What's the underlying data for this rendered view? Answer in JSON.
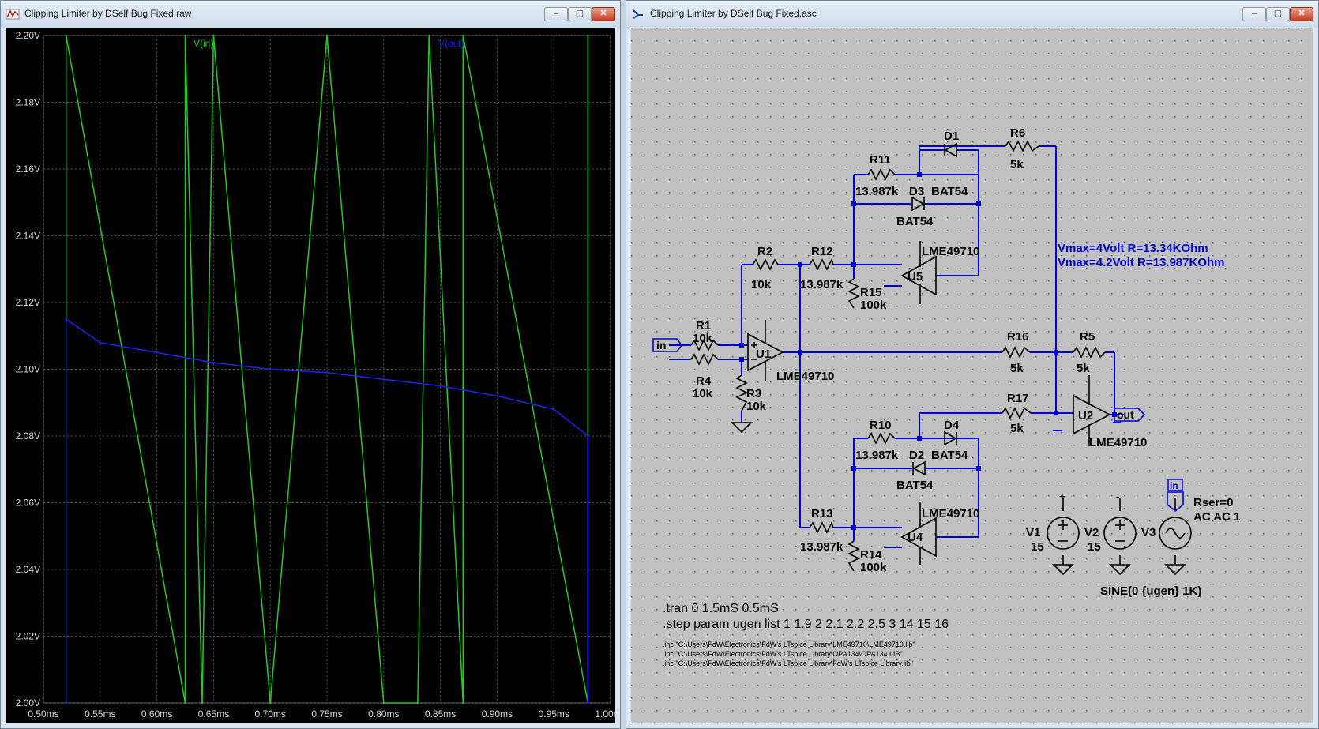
{
  "left_window": {
    "title": "Clipping Limiter by DSelf Bug Fixed.raw",
    "controls": [
      "–",
      "▢",
      "✕"
    ]
  },
  "right_window": {
    "title": "Clipping Limiter by DSelf Bug Fixed.asc",
    "controls": [
      "–",
      "▢",
      "✕"
    ]
  },
  "colors": {
    "vin": "#22cc22",
    "vout": "#2222ee",
    "wire": "#0000cc",
    "component": "#000000",
    "sch_bg": "#c0c0c0"
  },
  "chart_data": {
    "type": "line",
    "x_ticks": [
      "0.50ms",
      "0.55ms",
      "0.60ms",
      "0.65ms",
      "0.70ms",
      "0.75ms",
      "0.80ms",
      "0.85ms",
      "0.90ms",
      "0.95ms",
      "1.00ms"
    ],
    "y_ticks": [
      "2.20V",
      "2.18V",
      "2.16V",
      "2.14V",
      "2.12V",
      "2.10V",
      "2.08V",
      "2.06V",
      "2.04V",
      "2.02V",
      "2.00V"
    ],
    "xlim": [
      0.5,
      1.0
    ],
    "ylim": [
      2.0,
      2.2
    ],
    "grid": true,
    "series": [
      {
        "name": "V(in)",
        "color": "#22cc22",
        "points": [
          [
            0.52,
            2.0
          ],
          [
            0.52,
            2.2
          ],
          [
            0.625,
            2.0
          ],
          [
            0.625,
            2.2
          ],
          [
            0.64,
            2.0
          ],
          [
            0.65,
            2.2
          ],
          [
            0.7,
            2.0
          ],
          [
            0.75,
            2.2
          ],
          [
            0.8,
            2.0
          ],
          [
            0.83,
            2.0
          ],
          [
            0.84,
            2.2
          ],
          [
            0.87,
            2.0
          ],
          [
            0.87,
            2.2
          ],
          [
            0.98,
            2.0
          ],
          [
            0.98,
            2.2
          ]
        ]
      },
      {
        "name": "V(out)",
        "color": "#2222ee",
        "points": [
          [
            0.52,
            2.0
          ],
          [
            0.52,
            2.115
          ],
          [
            0.55,
            2.108
          ],
          [
            0.6,
            2.105
          ],
          [
            0.65,
            2.102
          ],
          [
            0.7,
            2.1
          ],
          [
            0.75,
            2.099
          ],
          [
            0.8,
            2.097
          ],
          [
            0.85,
            2.095
          ],
          [
            0.9,
            2.092
          ],
          [
            0.95,
            2.088
          ],
          [
            0.98,
            2.08
          ],
          [
            0.98,
            2.0
          ]
        ]
      }
    ]
  },
  "schematic": {
    "components": [
      {
        "ref": "R1",
        "value": "10k"
      },
      {
        "ref": "R2",
        "value": "10k"
      },
      {
        "ref": "R3",
        "value": "10k"
      },
      {
        "ref": "R4",
        "value": "10k"
      },
      {
        "ref": "R5",
        "value": "5k"
      },
      {
        "ref": "R6",
        "value": "5k"
      },
      {
        "ref": "R10",
        "value": "13.987k"
      },
      {
        "ref": "R11",
        "value": "13.987k"
      },
      {
        "ref": "R12",
        "value": "13.987k"
      },
      {
        "ref": "R13",
        "value": "13.987k"
      },
      {
        "ref": "R14",
        "value": "100k"
      },
      {
        "ref": "R15",
        "value": "100k"
      },
      {
        "ref": "R16",
        "value": "5k"
      },
      {
        "ref": "R17",
        "value": "5k"
      },
      {
        "ref": "D1",
        "value": "BAT54"
      },
      {
        "ref": "D2",
        "value": "BAT54"
      },
      {
        "ref": "D3",
        "value": "BAT54"
      },
      {
        "ref": "D4",
        "value": "BAT54"
      },
      {
        "ref": "U1",
        "value": "LME49710"
      },
      {
        "ref": "U2",
        "value": "LME49710"
      },
      {
        "ref": "U4",
        "value": "LME49710"
      },
      {
        "ref": "U5",
        "value": "LME49710"
      },
      {
        "ref": "V1",
        "value": "15"
      },
      {
        "ref": "V2",
        "value": "15"
      },
      {
        "ref": "V3",
        "value": "Rser=0"
      }
    ],
    "v3_ac": "AC AC 1",
    "v3_sine": "SINE(0 {ugen} 1K)",
    "net_in": "in",
    "net_out": "out",
    "plus": "+",
    "minus": "-",
    "note1": "Vmax=4Volt R=13.34KOhm",
    "note2": "Vmax=4.2Volt R=13.987KOhm",
    "directives": [
      ".tran 0 1.5mS 0.5mS",
      ".step param ugen list 1 1.9 2 2.1 2.2 2.5 3 14 15 16"
    ],
    "includes": [
      ".inc \"C:\\Users\\FdW\\Electronics\\FdW's LTspice Library\\LME49710\\LME49710.lib\"",
      ".inc \"C:\\Users\\FdW\\Electronics\\FdW's LTspice Library\\OPA134\\OPA134.LIB\"",
      ".inc \"C:\\Users\\FdW\\Electronics\\FdW's LTspice Library\\FdW's LTspice Library.lib\""
    ]
  }
}
